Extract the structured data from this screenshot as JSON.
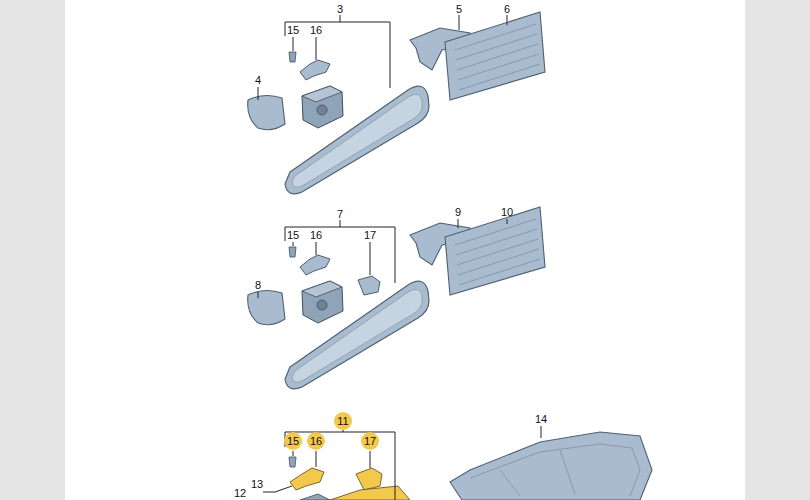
{
  "diagram": {
    "nodes": [
      {
        "text": [
          "11"
        ]
      },
      {
        "text": [
          "15"
        ]
      },
      {
        "text": [
          "16"
        ]
      },
      {
        "text": [
          "17"
        ]
      }
    ],
    "labels": [
      "3",
      "15",
      "16",
      "5",
      "6",
      "4",
      "7",
      "15",
      "16",
      "17",
      "9",
      "10",
      "8",
      "14",
      "13",
      "12"
    ]
  }
}
